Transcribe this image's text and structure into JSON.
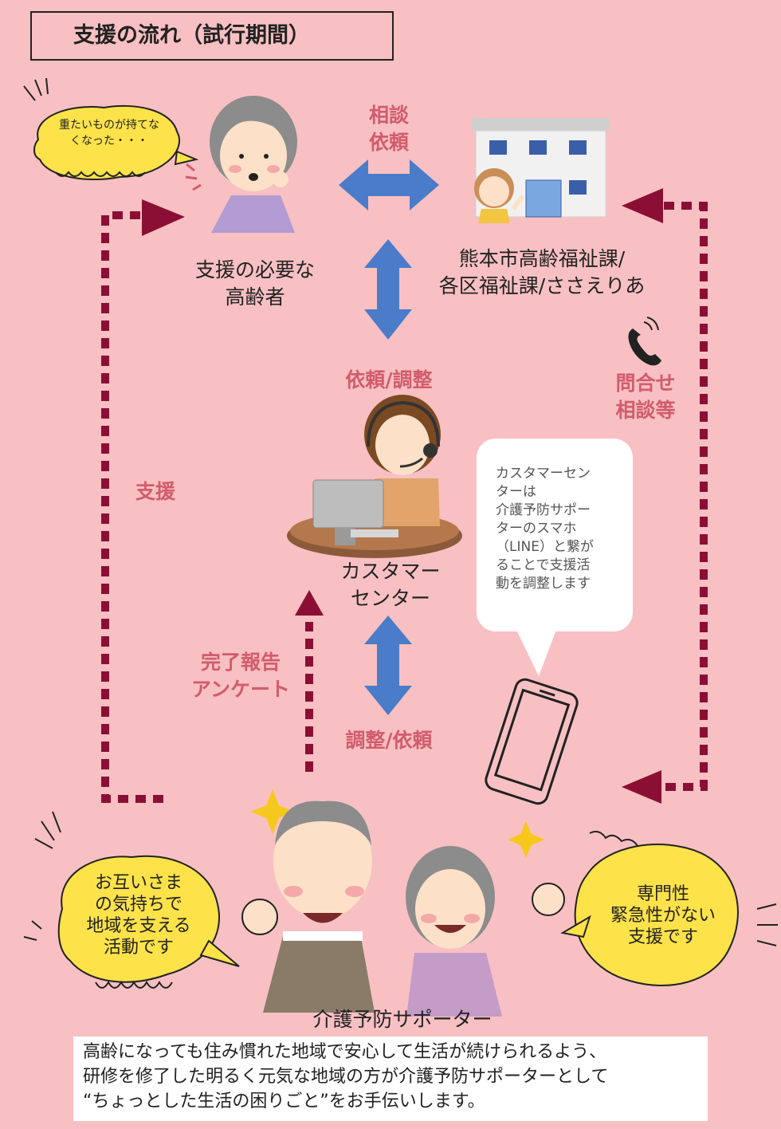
{
  "title": "支援の流れ（試行期間）",
  "speech_elder": [
    "重たいものが持てな",
    "くなった・・・"
  ],
  "labels": {
    "consult_request": [
      "相談",
      "依頼"
    ],
    "elder": [
      "支援の必要な",
      "高齢者"
    ],
    "office": [
      "熊本市高齢福祉課/",
      "各区福祉課/ささえりあ"
    ],
    "request_adjust": "依頼/調整",
    "inquiry": [
      "問合せ",
      "相談等"
    ],
    "support": "支援",
    "customer_center": [
      "カスタマー",
      "センター"
    ],
    "report": [
      "完了報告",
      "アンケート"
    ],
    "adjust_request": "調整/依頼",
    "supporter": "介護予防サポーター"
  },
  "info_bubble": [
    "カスタマーセン",
    "ターは",
    "介護予防サポー",
    "ターのスマホ",
    "（LINE）と繋が",
    "ることで支援活",
    "動を調整します"
  ],
  "left_burst": [
    "お互いさま",
    "の気持ちで",
    "地域を支える",
    "活動です"
  ],
  "right_burst": [
    "専門性",
    "緊急性がない",
    "支援です"
  ],
  "bottom_text": [
    "高齢になっても住み慣れた地域で安心して生活が続けられるよう、",
    "研修を修了した明るく元気な地域の方が介護予防サポーターとして",
    "“ちょっとした生活の困りごと”をお手伝いします。"
  ],
  "colors": {
    "background": "#f8c0c3",
    "accent_text": "#d25c6c",
    "arrow_blue": "#4a7cc9",
    "dotted_arrow": "#8b0f35",
    "burst_yellow": "#fde24a"
  }
}
